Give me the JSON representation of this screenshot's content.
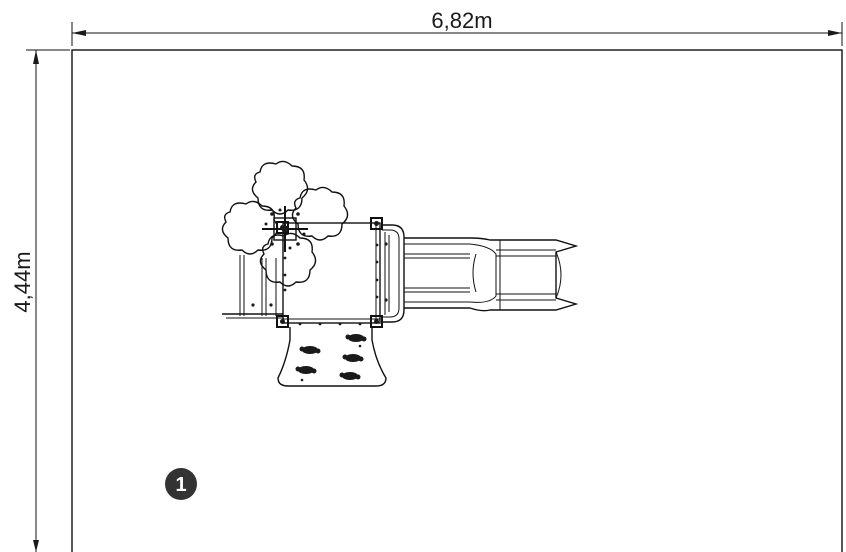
{
  "dimensions": {
    "width_label": "6,82m",
    "height_label": "4,44m"
  },
  "marker": {
    "label": "1"
  },
  "colors": {
    "line": "#111111",
    "background": "#ffffff",
    "badge": "#333333"
  }
}
